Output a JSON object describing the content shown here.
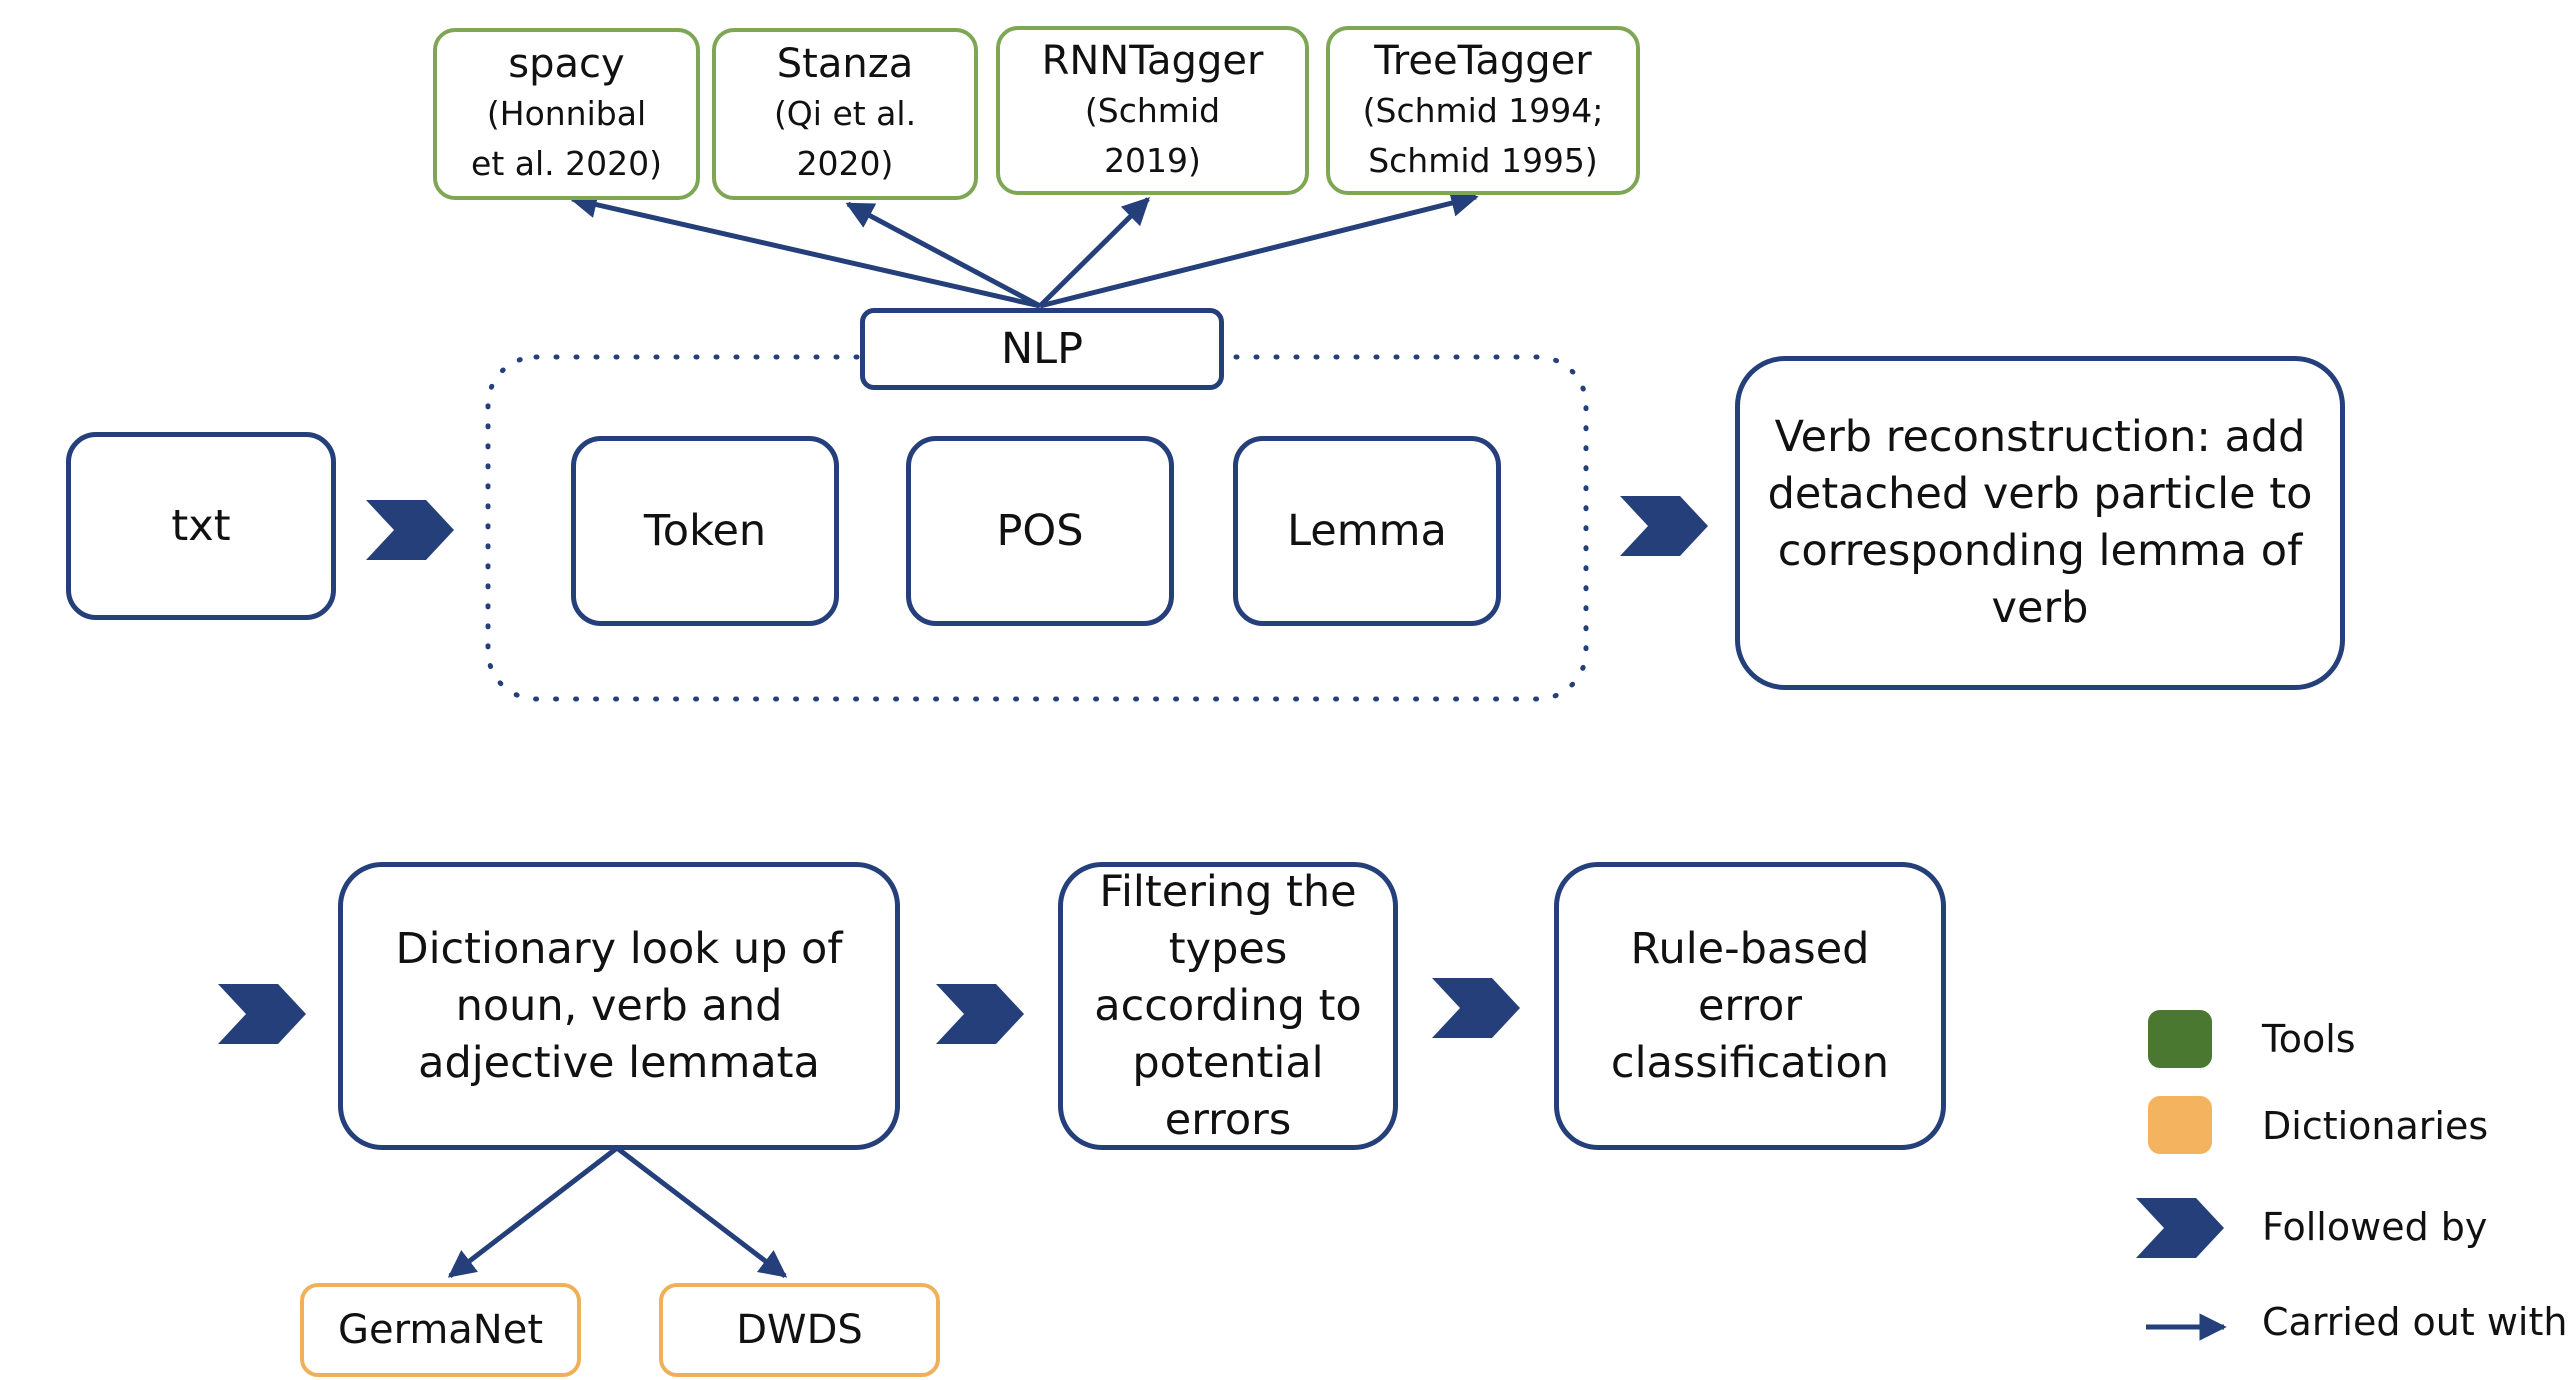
{
  "tools": [
    {
      "name": "spacy",
      "cite": [
        "(Honnibal",
        "et al. 2020)"
      ]
    },
    {
      "name": "Stanza",
      "cite": [
        "(Qi et al.",
        "2020)"
      ]
    },
    {
      "name": "RNNTagger",
      "cite": [
        "(Schmid",
        "2019)"
      ]
    },
    {
      "name": "TreeTagger",
      "cite": [
        "(Schmid 1994;",
        "Schmid 1995)"
      ]
    }
  ],
  "nlp": {
    "label": "NLP",
    "steps": [
      "Token",
      "POS",
      "Lemma"
    ]
  },
  "input": {
    "label": "txt"
  },
  "verb_reconstruction": {
    "lines": [
      "Verb reconstruction: add",
      "detached verb particle to",
      "corresponding lemma of",
      "verb"
    ]
  },
  "dictionary_lookup": {
    "lines": [
      "Dictionary look up of",
      "noun, verb and",
      "adjective lemmata"
    ]
  },
  "filtering": {
    "lines": [
      "Filtering the",
      "types",
      "according to",
      "potential",
      "errors"
    ]
  },
  "classification": {
    "lines": [
      "Rule-based",
      "error",
      "classification"
    ]
  },
  "dictionaries": [
    "GermaNet",
    "DWDS"
  ],
  "legend": {
    "tools": "Tools",
    "dictionaries": "Dictionaries",
    "followed_by": "Followed by",
    "carried_out_with": "Carried out with"
  },
  "colors": {
    "primary_blue": "#243f7a",
    "tool_green": "#7ea655",
    "tool_legend_green": "#4a7830",
    "dictionary_orange": "#f0b05a",
    "dictionary_legend_orange": "#f4b35e"
  }
}
